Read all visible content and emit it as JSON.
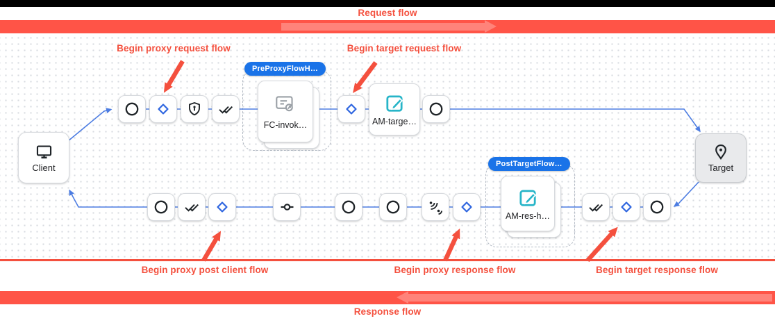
{
  "annotations": {
    "color": "#f4503e",
    "request_flow_label": "Request flow",
    "response_flow_label": "Response flow",
    "begin_proxy_request": "Begin proxy request flow",
    "begin_target_request": "Begin target request flow",
    "begin_proxy_post_client": "Begin proxy post client flow",
    "begin_proxy_response": "Begin proxy response flow",
    "begin_target_response": "Begin target response flow"
  },
  "flow": {
    "client": {
      "label": "Client",
      "icon": "monitor-icon"
    },
    "target": {
      "label": "Target",
      "icon": "place-pin-icon"
    },
    "pre_proxy_group": {
      "badge": "PreProxyFlowH…",
      "card": {
        "label": "FC-invok…",
        "icon": "flow-callout-icon"
      }
    },
    "post_target_group": {
      "badge": "PostTargetFlow…",
      "card": {
        "label": "AM-res-h…",
        "icon": "edit-icon"
      }
    },
    "am_target_card": {
      "label": "AM-targe…",
      "icon": "edit-icon"
    },
    "request_path_steps": [
      "circle",
      "diamond",
      "shield-key",
      "double-check",
      "pre-proxy-group",
      "diamond",
      "am-target-card",
      "circle"
    ],
    "response_path_steps": [
      "circle",
      "diamond",
      "double-check",
      "post-target-group",
      "diamond",
      "leak-waves",
      "circle",
      "circle",
      "commit",
      "diamond",
      "double-check",
      "circle"
    ]
  },
  "icons": {
    "client": "monitor-icon",
    "target": "place-pin-icon",
    "step_icons": [
      "circle-icon",
      "diamond-icon",
      "shield-key-icon",
      "double-check-icon",
      "commit-icon",
      "leak-waves-icon",
      "edit-icon",
      "flow-callout-icon"
    ]
  },
  "colors": {
    "annotation_red": "#f4503e",
    "banner_red": "#ff5447",
    "connector_blue": "#4d7de2",
    "diamond_blue": "#2f66e0",
    "badge_blue": "#1a73e8",
    "teal_icon": "#27b5c8",
    "gray_icon": "#9aa0a6"
  }
}
